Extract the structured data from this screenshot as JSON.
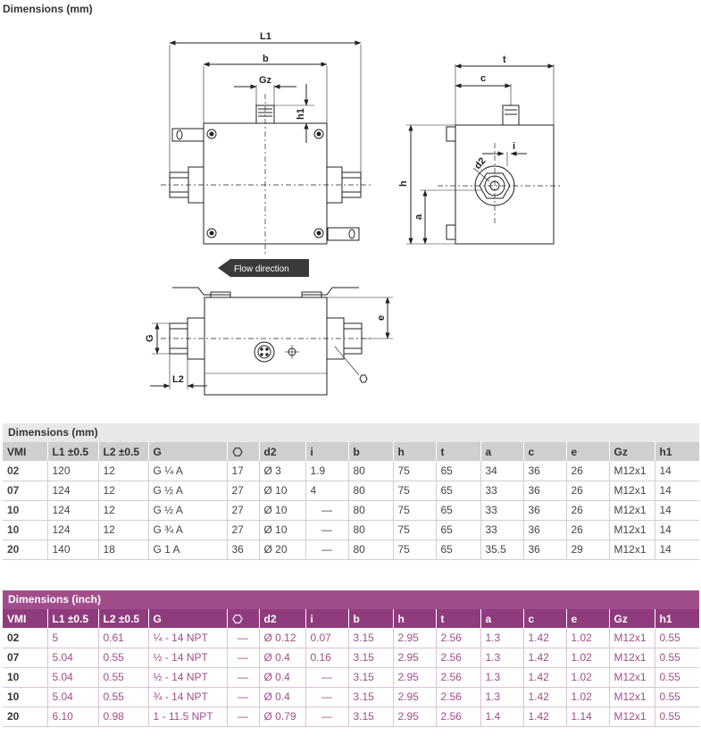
{
  "page_title": "Dimensions (mm)",
  "drawing": {
    "labels": {
      "L1": "L1",
      "b": "b",
      "Gz": "Gz",
      "h1": "h1",
      "t": "t",
      "c": "c",
      "i": "i",
      "d2": "d2",
      "h": "h",
      "a": "a",
      "e": "e",
      "G": "G",
      "L2": "L2"
    },
    "flow_direction": "Flow direction"
  },
  "table_mm": {
    "title": "Dimensions (mm)",
    "columns": [
      "VMI",
      "L1 ±0.5",
      "L2 ±0.5",
      "G",
      "hex-icon",
      "d2",
      "i",
      "b",
      "h",
      "t",
      "a",
      "c",
      "e",
      "Gz",
      "h1"
    ],
    "rows": [
      [
        "02",
        "120",
        "12",
        "G ¼ A",
        "17",
        "Ø 3",
        "1.9",
        "80",
        "75",
        "65",
        "34",
        "36",
        "26",
        "M12x1",
        "14"
      ],
      [
        "07",
        "124",
        "12",
        "G ½ A",
        "27",
        "Ø 10",
        "4",
        "80",
        "75",
        "65",
        "33",
        "36",
        "26",
        "M12x1",
        "14"
      ],
      [
        "10",
        "124",
        "12",
        "G ½ A",
        "27",
        "Ø 10",
        "—",
        "80",
        "75",
        "65",
        "33",
        "36",
        "26",
        "M12x1",
        "14"
      ],
      [
        "10",
        "124",
        "12",
        "G ¾ A",
        "27",
        "Ø 10",
        "—",
        "80",
        "75",
        "65",
        "33",
        "36",
        "26",
        "M12x1",
        "14"
      ],
      [
        "20",
        "140",
        "18",
        "G 1 A",
        "36",
        "Ø 20",
        "—",
        "80",
        "75",
        "65",
        "35.5",
        "36",
        "29",
        "M12x1",
        "14"
      ]
    ]
  },
  "table_inch": {
    "title": "Dimensions (inch)",
    "columns": [
      "VMI",
      "L1 ±0.5",
      "L2 ±0.5",
      "G",
      "hex-icon",
      "d2",
      "i",
      "b",
      "h",
      "t",
      "a",
      "c",
      "e",
      "Gz",
      "h1"
    ],
    "rows": [
      [
        "02",
        "5",
        "0.61",
        "¼ - 14 NPT",
        "—",
        "Ø 0.12",
        "0.07",
        "3.15",
        "2.95",
        "2.56",
        "1.3",
        "1.42",
        "1.02",
        "M12x1",
        "0.55"
      ],
      [
        "07",
        "5.04",
        "0.55",
        "½ - 14 NPT",
        "—",
        "Ø 0.4",
        "0.16",
        "3.15",
        "2.95",
        "2.56",
        "1.3",
        "1.42",
        "1.02",
        "M12x1",
        "0.55"
      ],
      [
        "10",
        "5.04",
        "0.55",
        "½ - 14 NPT",
        "—",
        "Ø 0.4",
        "—",
        "3.15",
        "2.95",
        "2.56",
        "1.3",
        "1.42",
        "1.02",
        "M12x1",
        "0.55"
      ],
      [
        "10",
        "5.04",
        "0.55",
        "¾ - 14 NPT",
        "—",
        "Ø 0.4",
        "—",
        "3.15",
        "2.95",
        "2.56",
        "1.3",
        "1.42",
        "1.02",
        "M12x1",
        "0.55"
      ],
      [
        "20",
        "6.10",
        "0.98",
        "1 - 11.5 NPT",
        "—",
        "Ø 0.79",
        "—",
        "3.15",
        "2.95",
        "2.56",
        "1.4",
        "1.42",
        "1.14",
        "M12x1",
        "0.55"
      ]
    ]
  }
}
